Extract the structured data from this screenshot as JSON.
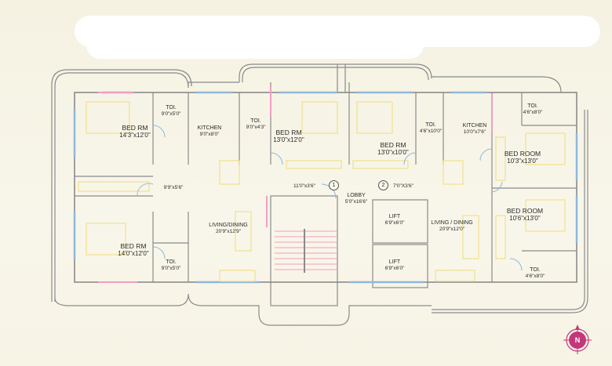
{
  "plan": {
    "type": "residential floor plan",
    "colors": {
      "wall": "#8a8a8a",
      "window": "#8fb7dc",
      "furniture": "#f0dc7a",
      "structure_pink": "#ef9fc4",
      "compass": "#c2387a",
      "background": "#f6f3e4"
    },
    "rooms": {
      "bed_rm_nw": {
        "name": "BED RM",
        "size": "14'3\"x12'0\""
      },
      "toi_nw": {
        "name": "TOI.",
        "size": "9'0\"x5'0\""
      },
      "kitchen_w": {
        "name": "KITCHEN",
        "size": "9'0\"x8'0\""
      },
      "toi_nw2": {
        "name": "TOI.",
        "size": "9'0\"x4'3\""
      },
      "bed_rm_nc": {
        "name": "BED RM",
        "size": "13'0\"x12'0\""
      },
      "bed_rm_ne": {
        "name": "BED RM",
        "size": "13'0\"x10'0\""
      },
      "toi_ne": {
        "name": "TOI.",
        "size": "4'6\"x10'0\""
      },
      "kitchen_e": {
        "name": "KITCHEN",
        "size": "10'0\"x7'6\""
      },
      "toi_ne2": {
        "name": "TOI.",
        "size": "4'6\"x8'0\""
      },
      "bed_room_e1": {
        "name": "BED ROOM",
        "size": "10'3\"x13'0\""
      },
      "passage_w": {
        "name": "",
        "size": "9'9\"x5'6\""
      },
      "foyer_1": {
        "name": "",
        "size": "11'0\"x3'6\""
      },
      "foyer_2": {
        "name": "",
        "size": "7'0\"X3'6\""
      },
      "lobby": {
        "name": "LOBBY",
        "size": "5'0\"x16'6\""
      },
      "living_w": {
        "name": "LIVING/DINING",
        "size": "20'9\"x12'9\""
      },
      "living_e": {
        "name": "LIVING / DINING",
        "size": "20'9\"x12'0\""
      },
      "bed_room_e2": {
        "name": "BED ROOM",
        "size": "10'6\"x13'0\""
      },
      "lift_1": {
        "name": "LIFT",
        "size": "6'9\"x6'0\""
      },
      "lift_2": {
        "name": "LIFT",
        "size": "6'9\"x6'0\""
      },
      "bed_rm_sw": {
        "name": "BED RM",
        "size": "14'0\"x12'0\""
      },
      "toi_sw": {
        "name": "TOI.",
        "size": "9'0\"x5'0\""
      },
      "toi_se": {
        "name": "TOI.",
        "size": "4'6\"x8'0\""
      }
    },
    "door_markers": [
      "1",
      "2"
    ],
    "compass": {
      "label": "N"
    }
  }
}
